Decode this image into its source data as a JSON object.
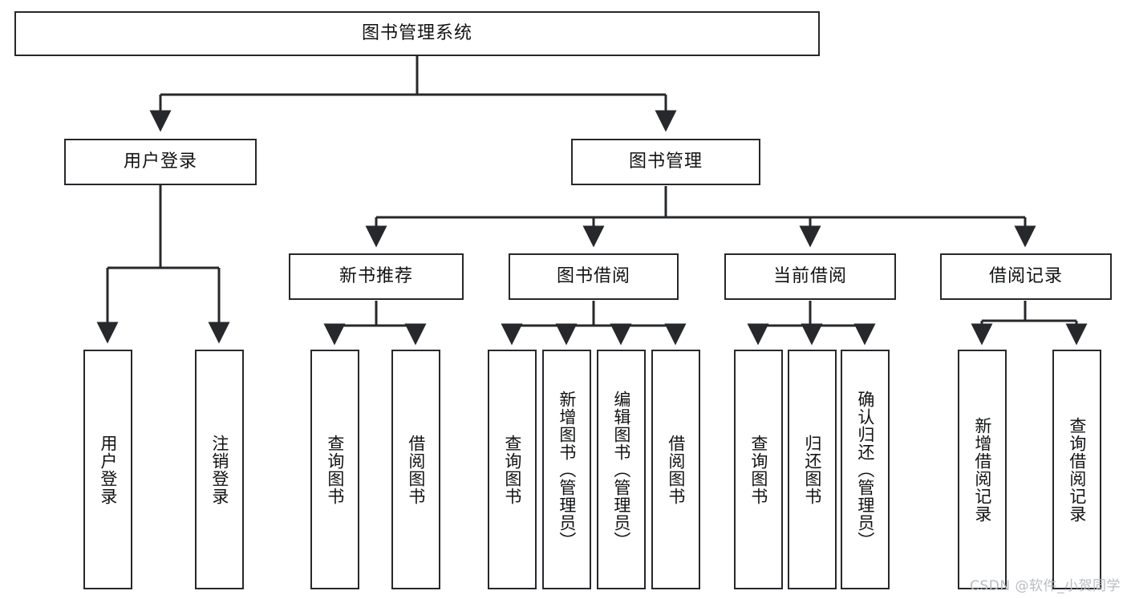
{
  "diagram": {
    "title": "图书管理系统",
    "root": {
      "id": "root",
      "label": "图书管理系统"
    },
    "level1": [
      {
        "id": "user-login",
        "label": "用户登录"
      },
      {
        "id": "book-manage",
        "label": "图书管理"
      }
    ],
    "level2": [
      {
        "id": "new-book-recommend",
        "label": "新书推荐"
      },
      {
        "id": "book-borrow",
        "label": "图书借阅"
      },
      {
        "id": "current-borrow",
        "label": "当前借阅"
      },
      {
        "id": "borrow-record",
        "label": "借阅记录"
      }
    ],
    "leaves": {
      "user_login": [
        {
          "id": "leaf-user-login",
          "label": "用户登录"
        },
        {
          "id": "leaf-logout-login",
          "label": "注销登录"
        }
      ],
      "new_book_recommend": [
        {
          "id": "leaf-query-book-1",
          "label": "查询图书"
        },
        {
          "id": "leaf-borrow-book-1",
          "label": "借阅图书"
        }
      ],
      "book_borrow": [
        {
          "id": "leaf-query-book-2",
          "label": "查询图书"
        },
        {
          "id": "leaf-add-book",
          "label": "新增图书（管理员）"
        },
        {
          "id": "leaf-edit-book",
          "label": "编辑图书（管理员）"
        },
        {
          "id": "leaf-borrow-book-2",
          "label": "借阅图书"
        }
      ],
      "current_borrow": [
        {
          "id": "leaf-query-book-3",
          "label": "查询图书"
        },
        {
          "id": "leaf-return-book",
          "label": "归还图书"
        },
        {
          "id": "leaf-confirm-return",
          "label": "确认归还（管理员）"
        }
      ],
      "borrow_record": [
        {
          "id": "leaf-add-record",
          "label": "新增借阅记录"
        },
        {
          "id": "leaf-query-record",
          "label": "查询借阅记录"
        }
      ]
    },
    "colors": {
      "stroke": "#26282b",
      "box_fill": "#ffffff",
      "text": "#111214",
      "watermark": "#b9bcc0",
      "background": "#ffffff"
    }
  },
  "watermark": {
    "text": "CSDN @软件_小贺同学"
  }
}
